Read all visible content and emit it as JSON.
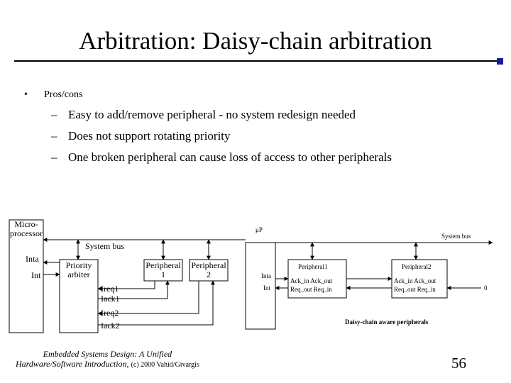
{
  "slide": {
    "title": "Arbitration: Daisy-chain arbitration",
    "bullet": "Pros/cons",
    "bullet_marker": "•",
    "dash": "–",
    "sub_bullets": [
      "Easy to add/remove peripheral - no system redesign needed",
      "Does not support rotating priority",
      "One broken peripheral can cause loss of access to other peripherals"
    ],
    "page_number": "56"
  },
  "footer": {
    "line1": "Embedded Systems Design: A Unified",
    "line2_italic": "Hardware/Software Introduction,",
    "line2_normal": "(c) 2000 Vahid/Givargis"
  },
  "left_diagram": {
    "micro_label_1": "Micro-",
    "micro_label_2": "processor",
    "system_bus": "System bus",
    "inta": "Inta",
    "int": "Int",
    "priority_1": "Priority",
    "priority_2": "arbiter",
    "ireq1": "Ireq1",
    "iack1": "Iack1",
    "ireq2": "Ireq2",
    "iack2": "Iack2",
    "periph1_1": "Peripheral",
    "periph1_2": "1",
    "periph2_1": "Peripheral",
    "periph2_2": "2"
  },
  "right_diagram": {
    "up": "μP",
    "system_bus": "System bus",
    "inta": "Inta",
    "int": "Int",
    "p1_name": "Peripheral1",
    "p1_ack": "Ack_in  Ack_out",
    "p1_req": "Req_out  Req_in",
    "p2_name": "Peripheral2",
    "p2_ack": "Ack_in  Ack_out",
    "p2_req": "Req_out  Req_in",
    "zero": "0",
    "caption": "Daisy-chain aware peripherals"
  },
  "colors": {
    "accent": "#1a1aa8",
    "line": "#000000"
  }
}
